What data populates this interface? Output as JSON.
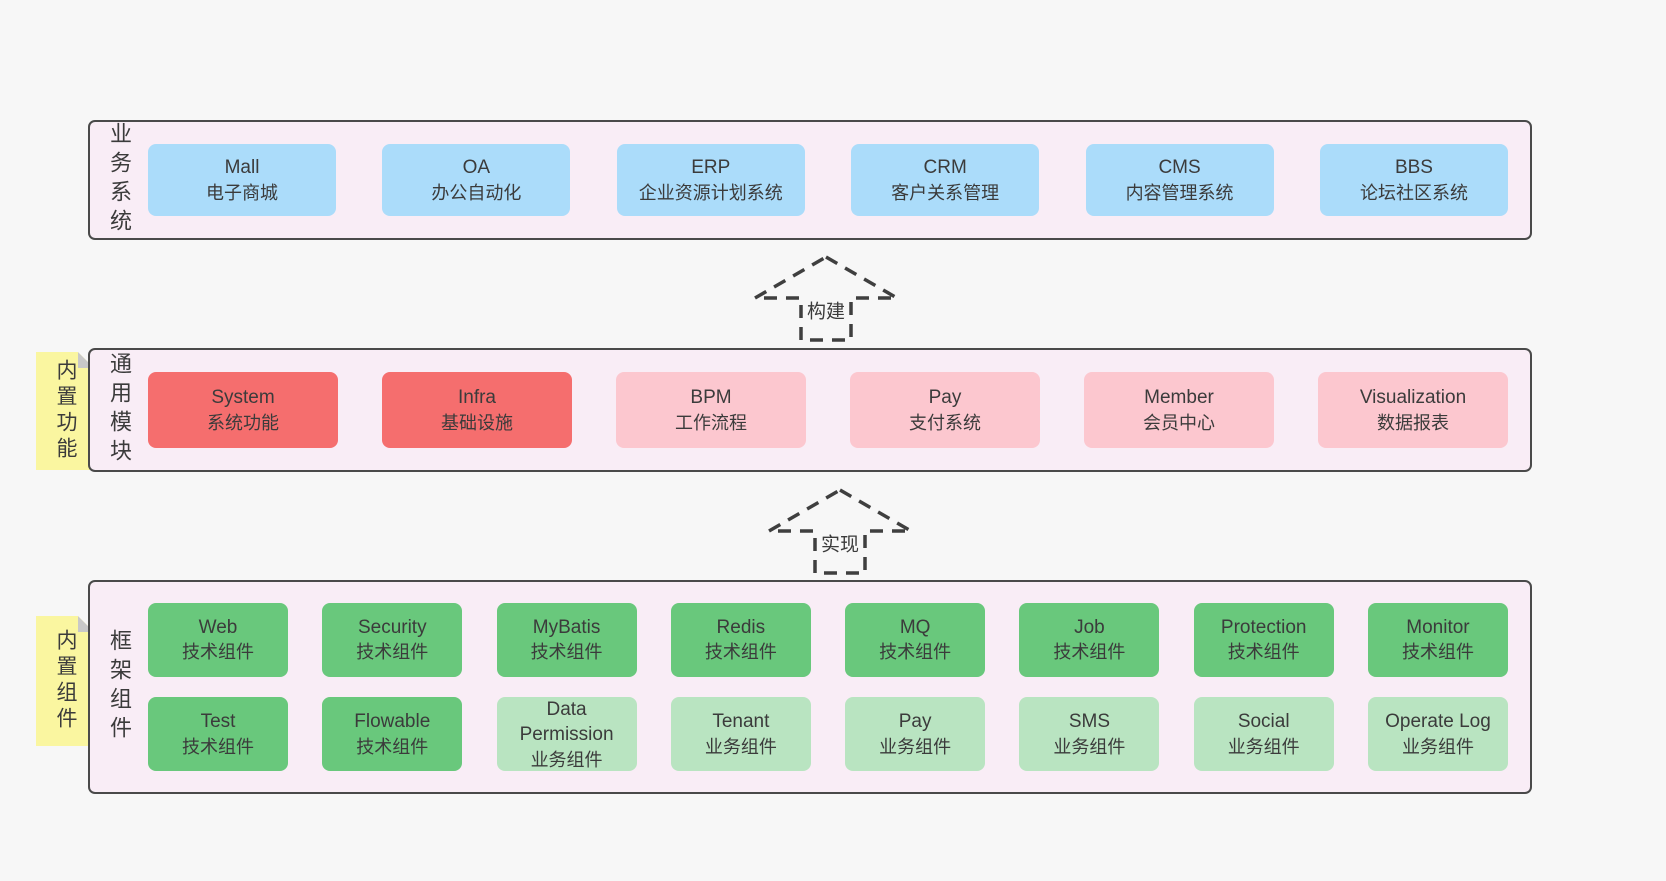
{
  "colors": {
    "page_bg": "#f7f7f7",
    "band_bg": "#f9edf6",
    "band_border": "#4a4a4a",
    "blue_box": "#abdcfa",
    "red_box": "#f56e6e",
    "pink_box": "#fcc7cf",
    "green_box": "#69c87c",
    "light_green_box": "#b9e4c1",
    "sticky_note": "#faf6a0",
    "note_fold": "#c8c8c8",
    "text": "#3b3b3b"
  },
  "arrows": {
    "build": "构建",
    "implement": "实现"
  },
  "band1": {
    "label": "业务系统",
    "boxes": [
      {
        "title": "Mall",
        "subtitle": "电子商城"
      },
      {
        "title": "OA",
        "subtitle": "办公自动化"
      },
      {
        "title": "ERP",
        "subtitle": "企业资源计划系统"
      },
      {
        "title": "CRM",
        "subtitle": "客户关系管理"
      },
      {
        "title": "CMS",
        "subtitle": "内容管理系统"
      },
      {
        "title": "BBS",
        "subtitle": "论坛社区系统"
      }
    ]
  },
  "band2": {
    "label": "通用模块",
    "note": "内置功能",
    "boxes": [
      {
        "title": "System",
        "subtitle": "系统功能"
      },
      {
        "title": "Infra",
        "subtitle": "基础设施"
      },
      {
        "title": "BPM",
        "subtitle": "工作流程"
      },
      {
        "title": "Pay",
        "subtitle": "支付系统"
      },
      {
        "title": "Member",
        "subtitle": "会员中心"
      },
      {
        "title": "Visualization",
        "subtitle": "数据报表"
      }
    ]
  },
  "band3": {
    "label": "框架组件",
    "note": "内置组件",
    "row1": [
      {
        "title": "Web",
        "subtitle": "技术组件"
      },
      {
        "title": "Security",
        "subtitle": "技术组件"
      },
      {
        "title": "MyBatis",
        "subtitle": "技术组件"
      },
      {
        "title": "Redis",
        "subtitle": "技术组件"
      },
      {
        "title": "MQ",
        "subtitle": "技术组件"
      },
      {
        "title": "Job",
        "subtitle": "技术组件"
      },
      {
        "title": "Protection",
        "subtitle": "技术组件"
      },
      {
        "title": "Monitor",
        "subtitle": "技术组件"
      }
    ],
    "row2": [
      {
        "title": "Test",
        "subtitle": "技术组件"
      },
      {
        "title": "Flowable",
        "subtitle": "技术组件"
      },
      {
        "title": "Data Permission",
        "subtitle": "业务组件"
      },
      {
        "title": "Tenant",
        "subtitle": "业务组件"
      },
      {
        "title": "Pay",
        "subtitle": "业务组件"
      },
      {
        "title": "SMS",
        "subtitle": "业务组件"
      },
      {
        "title": "Social",
        "subtitle": "业务组件"
      },
      {
        "title": "Operate Log",
        "subtitle": "业务组件"
      }
    ]
  }
}
